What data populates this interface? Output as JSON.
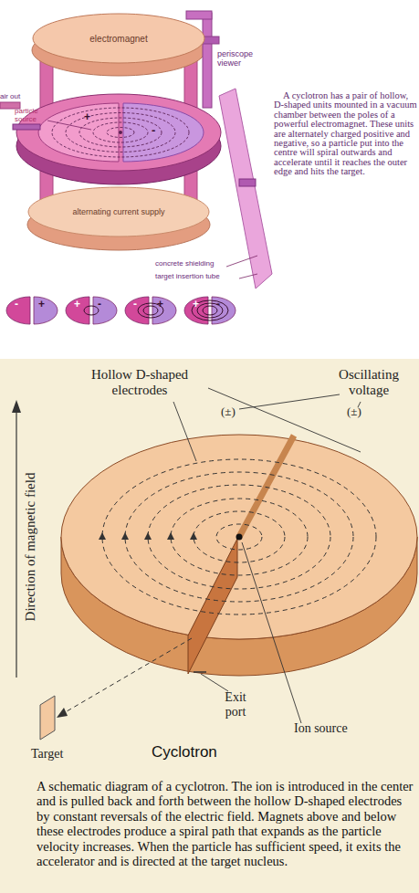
{
  "diagram": {
    "title": "Cyclotron",
    "caption": "A schematic diagram of a cyclotron. The ion is introduced in the center and is pulled back and forth between the hollow D-shaped electrodes by constant reversals of the electric field. Magnets above and below these electrodes produce a spiral path that expands as the particle velocity increases. When the particle has sufficient speed, it exits the accelerator and is directed at the target nucleus.",
    "nodes": [
      {
        "text": [
          "electromagnet"
        ]
      },
      {
        "text": [
          "alternating current supply"
        ]
      }
    ],
    "labels": [
      "periscope viewer",
      "air out",
      "particle source",
      "+",
      "-",
      "A cyclotron has a pair of hollow, D-shaped units mounted in a vacuum chamber between the poles of a powerful electromagnet. These units are alternately charged positive and negative, so a particle put into the centre will spiral outwards and accelerate until it reaches the outer edge and hits the target.",
      "concrete shielding",
      "target insertion tube",
      "-",
      "+",
      "+",
      "-",
      "-",
      "+",
      "+",
      "-",
      "Hollow D-shaped electrodes",
      "Oscillating voltage",
      "(±)",
      "(±)",
      "Direction of magnetic field",
      "Exit port",
      "Ion source",
      "Target"
    ]
  }
}
